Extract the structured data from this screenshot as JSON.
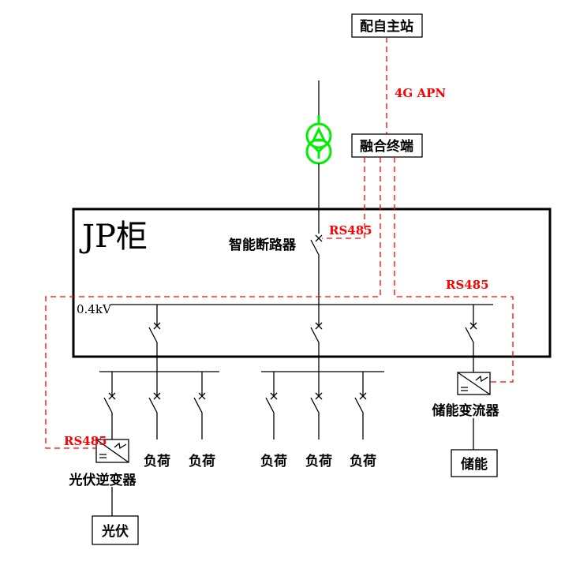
{
  "nodes": {
    "master_station": "配自主站",
    "fusion_terminal": "融合终端",
    "cabinet_title": "JP柜",
    "smart_breaker": "智能断路器",
    "bus_voltage": "0.4kV",
    "pv_inverter": "光伏逆变器",
    "pv": "光伏",
    "storage_converter": "储能变流器",
    "storage": "储能",
    "loads": [
      "负荷",
      "负荷",
      "负荷",
      "负荷",
      "负荷"
    ]
  },
  "links": {
    "uplink": "4G APN",
    "rs485_breaker": "RS485",
    "rs485_storage": "RS485",
    "rs485_pv": "RS485"
  },
  "colors": {
    "comm": "#ff0000",
    "transformer": "#00ee00",
    "line": "#000000"
  }
}
